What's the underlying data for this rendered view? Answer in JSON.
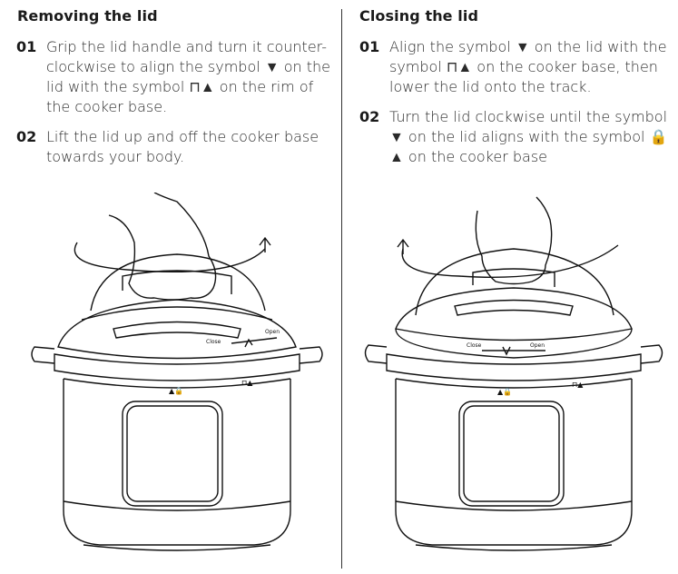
{
  "left": {
    "heading": "Removing the lid",
    "steps": [
      {
        "num": "01",
        "text": "Grip the lid handle and turn it counter-clockwise to align the symbol ▼ on the lid with the symbol ⊓▲ on the rim of the cooker base."
      },
      {
        "num": "02",
        "text": "Lift the lid up and off the cooker base towards your body."
      }
    ],
    "lid_close_label": "Close",
    "lid_open_label": "Open"
  },
  "right": {
    "heading": "Closing the lid",
    "steps": [
      {
        "num": "01",
        "text": "Align the symbol ▼ on the lid with the symbol ⊓▲ on the cooker base, then lower the lid onto the track."
      },
      {
        "num": "02",
        "text": "Turn the lid clockwise until the symbol ▼ on the lid aligns with the symbol 🔒▲ on the cooker base"
      }
    ],
    "lid_close_label": "Close",
    "lid_open_label": "Open"
  }
}
